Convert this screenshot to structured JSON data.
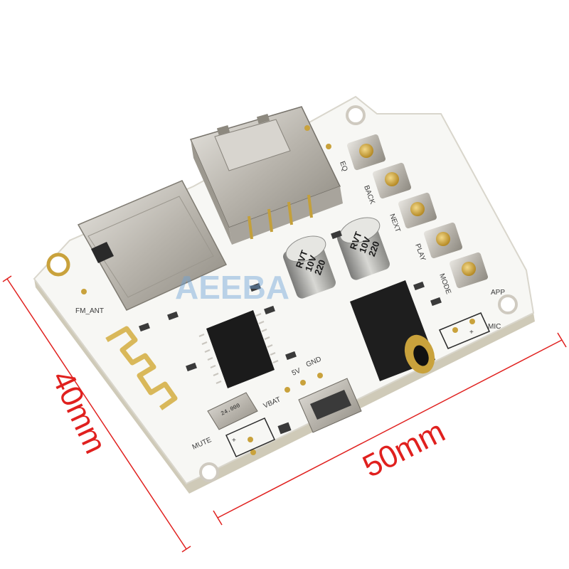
{
  "dimensions": {
    "height_label": "40mm",
    "width_label": "50mm"
  },
  "silkscreen": {
    "fm_ant": "FM_ANT",
    "mic": "MIC",
    "app": "APP",
    "mute": "MUTE",
    "vbat": "VBAT",
    "five_v": "5V",
    "gnd": "GND",
    "plus": "+",
    "buttons": [
      "EQ",
      "BACK",
      "NEXT",
      "PLAY",
      "MODE"
    ]
  },
  "capacitors": [
    {
      "lines": [
        "RVT",
        "10V",
        "220"
      ]
    },
    {
      "lines": [
        "RVT",
        "10V",
        "220"
      ]
    }
  ],
  "crystal": {
    "text": "24.000"
  },
  "watermark": {
    "text": "AEEBA"
  },
  "colors": {
    "dimension": "#e0201e",
    "board": "#f7f7f4",
    "gold": "#c9a23c",
    "metal": "#b8b4ac"
  }
}
